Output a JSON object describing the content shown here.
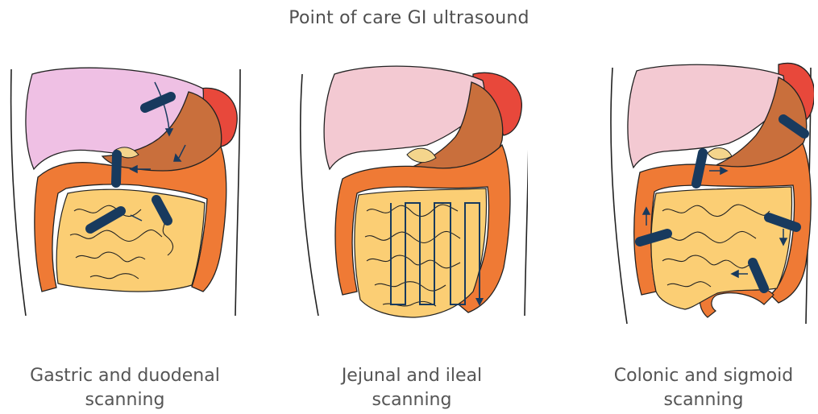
{
  "title": "Point of care GI ultrasound",
  "panels": [
    {
      "caption_line1": "Gastric and duodenal",
      "caption_line2": "scanning"
    },
    {
      "caption_line1": "Jejunal and ileal",
      "caption_line2": "scanning"
    },
    {
      "caption_line1": "Colonic and sigmoid",
      "caption_line2": "scanning"
    }
  ],
  "colors": {
    "liver": "#f3c9d2",
    "liver_panel1": "#efc0e4",
    "stomach": "#c96f3c",
    "spleen": "#e8483b",
    "colon": "#ef7a35",
    "small_bowel": "#fbce74",
    "gallbladder": "#f4d58c",
    "probe": "#183a5e",
    "outline": "#1a1a1a"
  }
}
